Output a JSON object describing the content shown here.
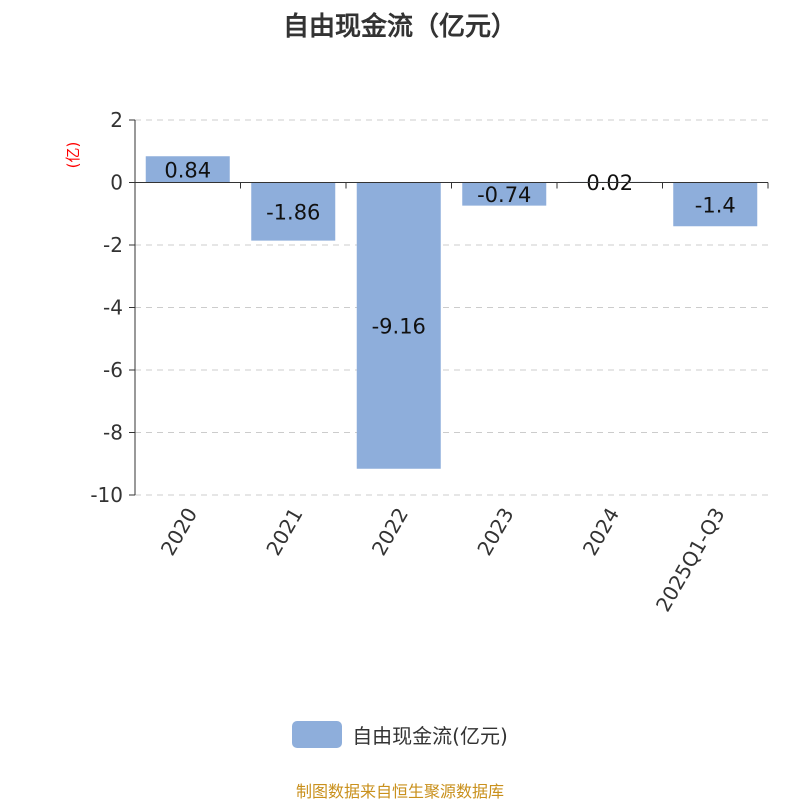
{
  "chart_data": {
    "type": "bar",
    "title": "自由现金流（亿元）",
    "ylabel": "(亿)",
    "categories": [
      "2020",
      "2021",
      "2022",
      "2023",
      "2024",
      "2025Q1-Q3"
    ],
    "values": [
      0.84,
      -1.86,
      -9.16,
      -0.74,
      0.02,
      -1.4
    ],
    "value_labels": [
      "0.84",
      "-1.86",
      "-9.16",
      "-0.74",
      "0.02",
      "-1.4"
    ],
    "ylim": [
      -10,
      2
    ],
    "yticks": [
      "2",
      "0",
      "-2",
      "-4",
      "-6",
      "-8",
      "-10"
    ],
    "ytick_values": [
      2,
      0,
      -2,
      -4,
      -6,
      -8,
      -10
    ],
    "grid": true,
    "legend": [
      "自由现金流(亿元)"
    ],
    "legend_position": "bottom",
    "bar_color": "#8eaedb"
  },
  "footer": "制图数据来自恒生聚源数据库"
}
